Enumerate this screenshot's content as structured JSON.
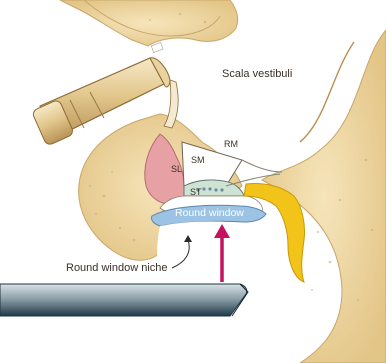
{
  "labels": {
    "scala_vestibuli": "Scala vestibuli",
    "rm": "RM",
    "sm": "SM",
    "sl": "SL",
    "st": "ST",
    "round_window": "Round window",
    "round_window_niche": "Round window niche"
  },
  "colors": {
    "bone": "#f0d9a4",
    "bone_dark": "#d8b574",
    "spiral_lamina": "#e7a0a4",
    "round_window_membrane": "#9dc3e4",
    "nerve": "#f2c318",
    "arrow": "#c6125e",
    "electrode": "#9fb0b8"
  },
  "icons": {
    "insertion_arrow": "arrow-up-icon"
  }
}
